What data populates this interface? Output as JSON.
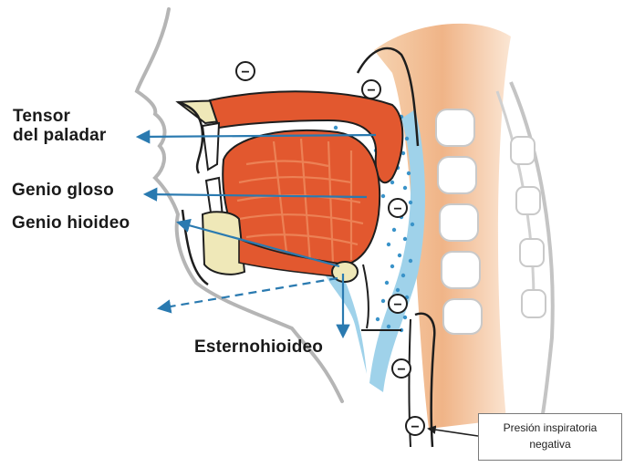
{
  "labels": {
    "tensor_line1": "Tensor",
    "tensor_line2": "del paladar",
    "genio_gloso": "Genio gloso",
    "genio_hioideo": "Genio hioideo",
    "esternohioideo": "Esternohioideo"
  },
  "legend": {
    "line1": "Presión inspiratoria",
    "line2": "negativa"
  },
  "pressure_symbol": "−",
  "colors": {
    "arrow": "#2a7ab0",
    "muscle": "#e2582f",
    "muscle_light": "#ec8155",
    "bone": "#efe8b8",
    "airway": "#9fd2ea",
    "dots": "#3a93c9",
    "outline": "#1e1e1e",
    "skin_outline": "#b5b5b5",
    "spine_back": "#f2c39a"
  }
}
